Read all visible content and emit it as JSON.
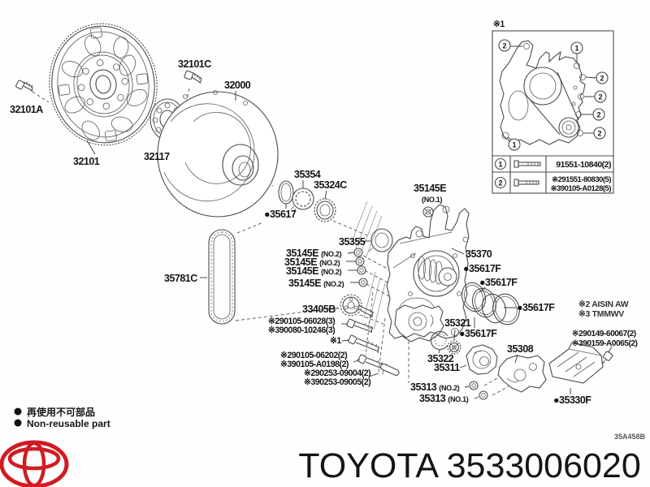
{
  "doc": {
    "brand": "TOYOTA",
    "part_number": "3533006020",
    "title": "TOYOTA 3533006020",
    "sheet_code": "35A458B"
  },
  "legend": {
    "jp": "再使用不可部品",
    "en": "Non-reusable part"
  },
  "notes": {
    "aisin": "※2 AISIN AW",
    "tmmwv": "※3 TMMWV"
  },
  "inset": {
    "ref": "※1",
    "callouts": {
      "c1": "1",
      "c2": "2"
    },
    "table": {
      "row1": {
        "callout": "1",
        "line1": "91551-10840(2)"
      },
      "row2": {
        "callout": "2",
        "line1": "※291551-80830(5)",
        "line2": "※390105-A0128(5)"
      }
    }
  },
  "parts": {
    "p32101A": "32101A",
    "p32101": "32101",
    "p32101C": "32101C",
    "p32117": "32117",
    "p32000": "32000",
    "p35617": "●35617",
    "p35354": "35354",
    "p35324C": "35324C",
    "p35355": "35355",
    "p35145E": "35145E",
    "no1": "(NO.1)",
    "no2": "(NO.2)",
    "p35781C": "35781C",
    "p33405B": "33405B",
    "p35370": "35370",
    "p35617F": "●35617F",
    "p35321": "35321",
    "p35322": "35322",
    "p35311": "35311",
    "p35313": "35313",
    "p35308": "35308",
    "p35330F": "●35330F",
    "b06028": "※290105-06028(3)",
    "b10246": "※390080-10246(3)",
    "ref1": "※1",
    "b06202": "※290105-06202(2)",
    "bA0198": "※390105-A0198(2)",
    "b09004": "※290253-09004(2)",
    "b09005": "※390253-09005(2)",
    "b60067": "※290149-60067(2)",
    "bA0065": "※390159-A0065(2)"
  }
}
